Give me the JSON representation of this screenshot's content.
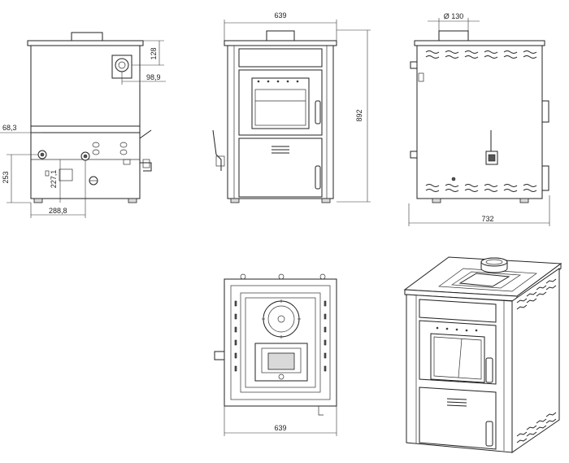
{
  "dimensions": {
    "front_width": "639",
    "height": "892",
    "flue_diameter": "Ø 130",
    "side_depth": "732",
    "top_width": "639",
    "rear_top_offset": "128",
    "rear_right_offset": "98,9",
    "rear_left_offset": "68,3",
    "rear_height_outlet": "253",
    "rear_height_inlet": "227,1",
    "rear_bottom_width": "288,8"
  }
}
